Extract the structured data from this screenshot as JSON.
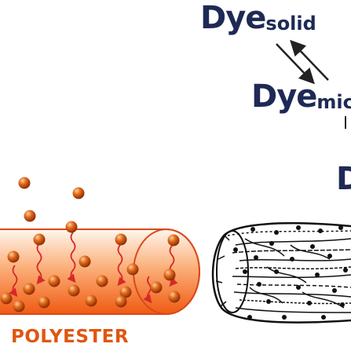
{
  "labels": {
    "dye_solid": {
      "main": "Dye",
      "sub": "solid"
    },
    "dye_micelle": {
      "main": "Dye",
      "sub": "mic"
    },
    "dye_third": {
      "main": "D"
    },
    "polyester": "POLYESTER"
  },
  "colors": {
    "navy_text": "#1e2a55",
    "polyester_text": "#e0560f",
    "dye_particle": "#c0430c",
    "fiber_gradient_top": "#fff4ea",
    "fiber_gradient_bottom": "#f05a12",
    "fiber_outline": "#d8491a",
    "wave_arrow": "#d52a2a",
    "fibril_stroke": "#111111"
  },
  "icons": {
    "equilibrium": "double-arrow-icon"
  }
}
